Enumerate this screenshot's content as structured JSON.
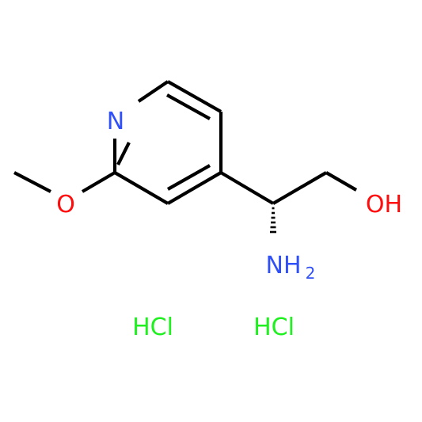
{
  "colors": {
    "background": "#ffffff",
    "bond": "#000000",
    "nitrogen": "#3050F8",
    "oxygen": "#FF0D0D",
    "chlorine": "#1FF01F"
  },
  "atoms": {
    "ring_nitrogen": "N",
    "methoxy_oxygen": "O",
    "hydroxyl": "OH",
    "amino_main": "NH",
    "amino_subscript": "2"
  },
  "salts": [
    "HCl",
    "HCl"
  ]
}
